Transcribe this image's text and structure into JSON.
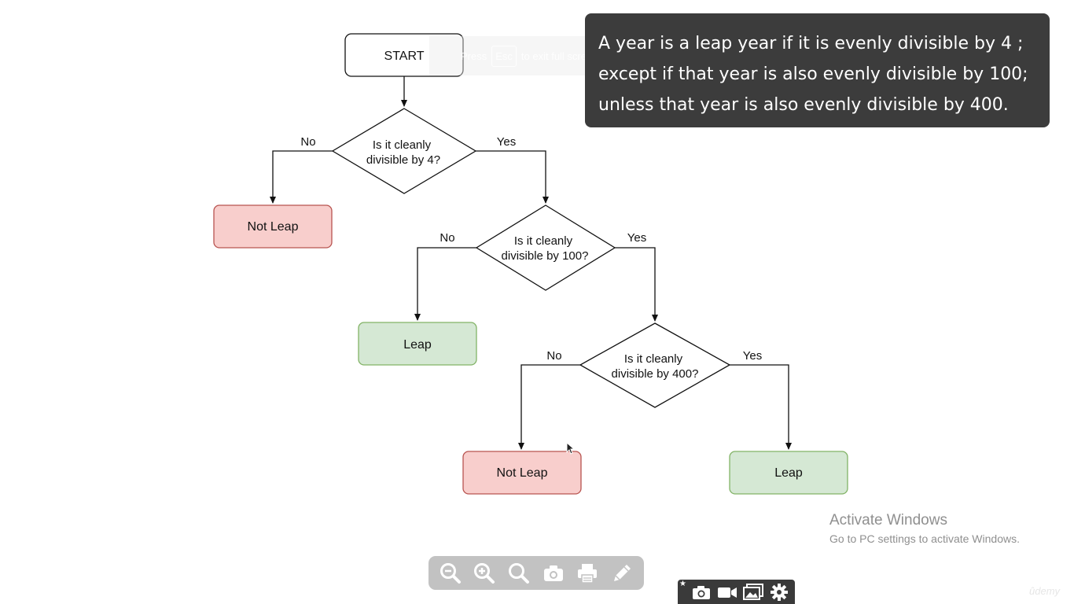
{
  "flowchart": {
    "start": "START",
    "decisions": [
      [
        "Is it cleanly",
        "divisible by 4?"
      ],
      [
        "Is it cleanly",
        "divisible by 100?"
      ],
      [
        "Is it cleanly",
        "divisible by 400?"
      ]
    ],
    "outcomes": [
      "Not Leap",
      "Leap",
      "Not Leap",
      "Leap"
    ],
    "edge_labels": {
      "no": "No",
      "yes": "Yes"
    },
    "colors": {
      "not_leap_fill": "#f8cecc",
      "not_leap_stroke": "#b85450",
      "leap_fill": "#d5e8d4",
      "leap_stroke": "#82b366"
    }
  },
  "info_box": {
    "lines": [
      "A year is a leap year if it is evenly divisible by 4 ;",
      "except if that year is also evenly divisible by 100;",
      "unless that year is also evenly divisible by 400."
    ]
  },
  "fullscreen_hint": {
    "prefix": "Press",
    "key": "Esc",
    "suffix": "to exit full screen"
  },
  "watermark_notice": {
    "title": "Activate Windows",
    "subtitle": "Go to PC settings to activate Windows."
  },
  "zoom_toolbar": {
    "icons": [
      "zoom-out-icon",
      "zoom-in-icon",
      "zoom-reset-icon",
      "camera-icon",
      "print-icon",
      "pencil-icon"
    ]
  },
  "capture_toolbar": {
    "icons": [
      "camera-icon",
      "video-icon",
      "gallery-icon",
      "gear-icon"
    ]
  },
  "brand_watermark": "ûdemy"
}
